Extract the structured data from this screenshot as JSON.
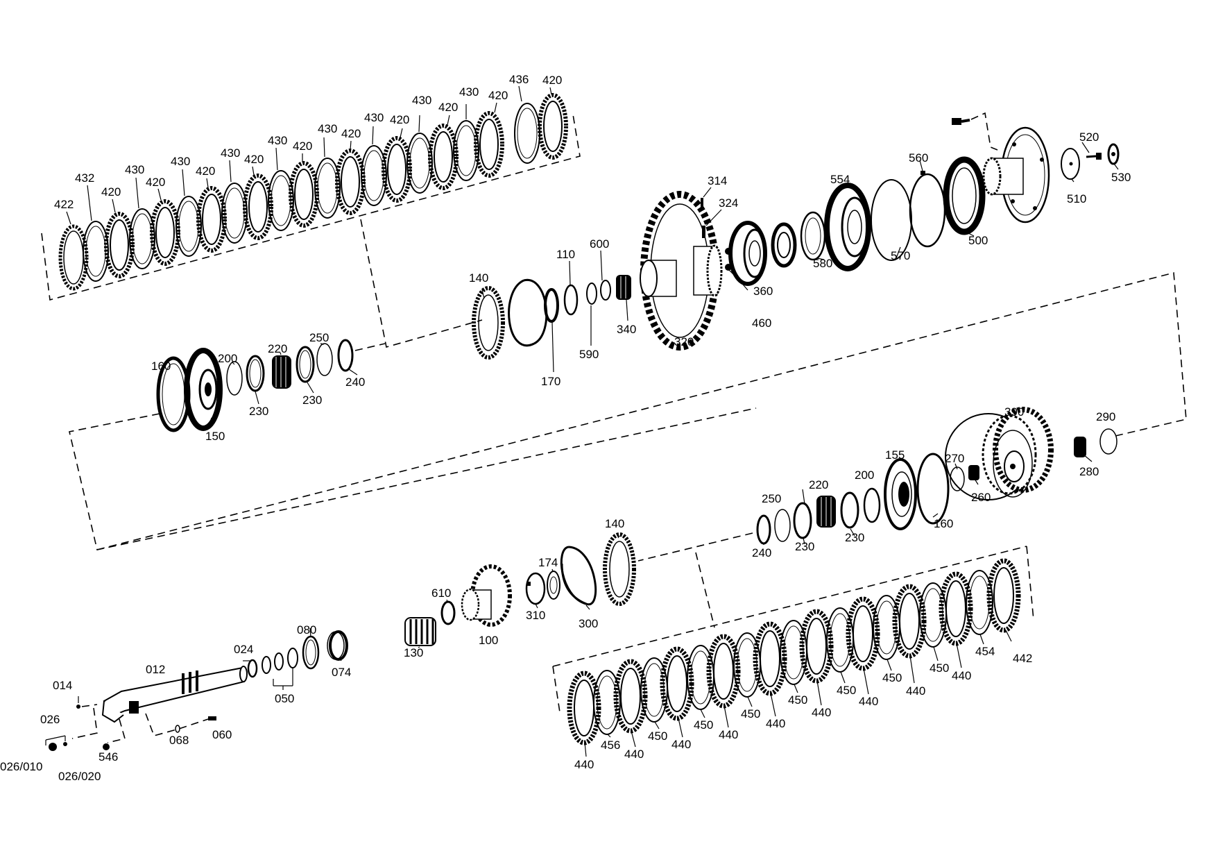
{
  "diagram": {
    "title": "",
    "labels": {
      "l422": "422",
      "l432": "432",
      "l420a": "420",
      "l430a": "430",
      "l420b": "420",
      "l430b": "430",
      "l420c": "420",
      "l430c": "430",
      "l420d": "420",
      "l430d": "430",
      "l420e": "420",
      "l430e": "430",
      "l420f": "420",
      "l430f": "430",
      "l420g": "420",
      "l430g": "430",
      "l420h": "420",
      "l430h": "430",
      "l420i": "420",
      "l436": "436",
      "l420j": "420",
      "l160a": "160",
      "l150a": "150",
      "l200a": "200",
      "l230a": "230",
      "l220a": "220",
      "l230b": "230",
      "l250a": "250",
      "l240a": "240",
      "l140a": "140",
      "l170": "170",
      "l110": "110",
      "l600": "600",
      "l590": "590",
      "l340": "340",
      "l314": "314",
      "l324": "324",
      "l320": "320",
      "l360": "360",
      "l460": "460",
      "l554": "554",
      "l580": "580",
      "l570": "570",
      "l560": "560",
      "l500": "500",
      "l510": "510",
      "l520": "520",
      "l530": "530",
      "l390": "390",
      "l290": "290",
      "l280": "280",
      "l270": "270",
      "l260": "260",
      "l155": "155",
      "l160b": "160",
      "l200b": "200",
      "l220b": "220",
      "l230c": "230",
      "l250b": "250",
      "l240b": "240",
      "l230d": "230",
      "l140b": "140",
      "l174": "174",
      "l310": "310",
      "l300": "300",
      "l610": "610",
      "l100": "100",
      "l130": "130",
      "l012": "012",
      "l024": "024",
      "l080": "080",
      "l074": "074",
      "l050": "050",
      "l014": "014",
      "l026": "026",
      "l026010": "026/010",
      "l026020": "026/020",
      "l546": "546",
      "l068": "068",
      "l060": "060",
      "l440a": "440",
      "l456": "456",
      "l440b": "440",
      "l450a": "450",
      "l440c": "440",
      "l450b": "450",
      "l440d": "440",
      "l450c": "450",
      "l440e": "440",
      "l450d": "450",
      "l440f": "440",
      "l450e": "450",
      "l440g": "440",
      "l450f": "450",
      "l440h": "440",
      "l450g": "450",
      "l440i": "440",
      "l454": "454",
      "l442": "442"
    }
  }
}
